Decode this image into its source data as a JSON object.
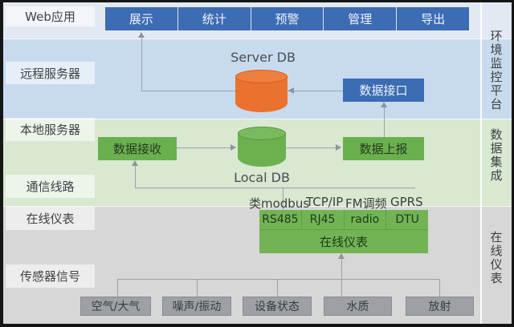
{
  "left_labels": [
    "Web应用",
    "远程服务器",
    "本地服务器",
    "通信线路",
    "在线仪表",
    "传感器信号"
  ],
  "web_buttons": [
    "展示",
    "统计",
    "预警",
    "管理",
    "导出"
  ],
  "remote_layer": {
    "db_label": "Server DB",
    "interface_label": "数据接口"
  },
  "local_layer": {
    "receive_label": "数据接收",
    "db_label": "Local DB",
    "upload_label": "数据上报"
  },
  "protocols": [
    "类modbus",
    "TCP/IP",
    "FM调频",
    "GPRS"
  ],
  "meter": {
    "cells": [
      "RS485",
      "RJ45",
      "radio",
      "DTU"
    ],
    "label": "在线仪表"
  },
  "sensors": [
    "空气/大气",
    "噪声/振动",
    "设备状态",
    "水质",
    "放射"
  ],
  "right_labels": [
    "环境监控平台",
    "数据集成",
    "在线仪表"
  ],
  "colors": {
    "accent_blue": "#3c6cb4",
    "accent_green": "#6bb04e",
    "accent_orange": "#eb7130",
    "band_web": "#e3e9f2",
    "band_remote": "#c8dbee",
    "band_local": "#d8e8d1",
    "band_device": "#d6d7d6",
    "sensor_gray": "#9da1a5",
    "line_gray": "#9aa1a9"
  }
}
